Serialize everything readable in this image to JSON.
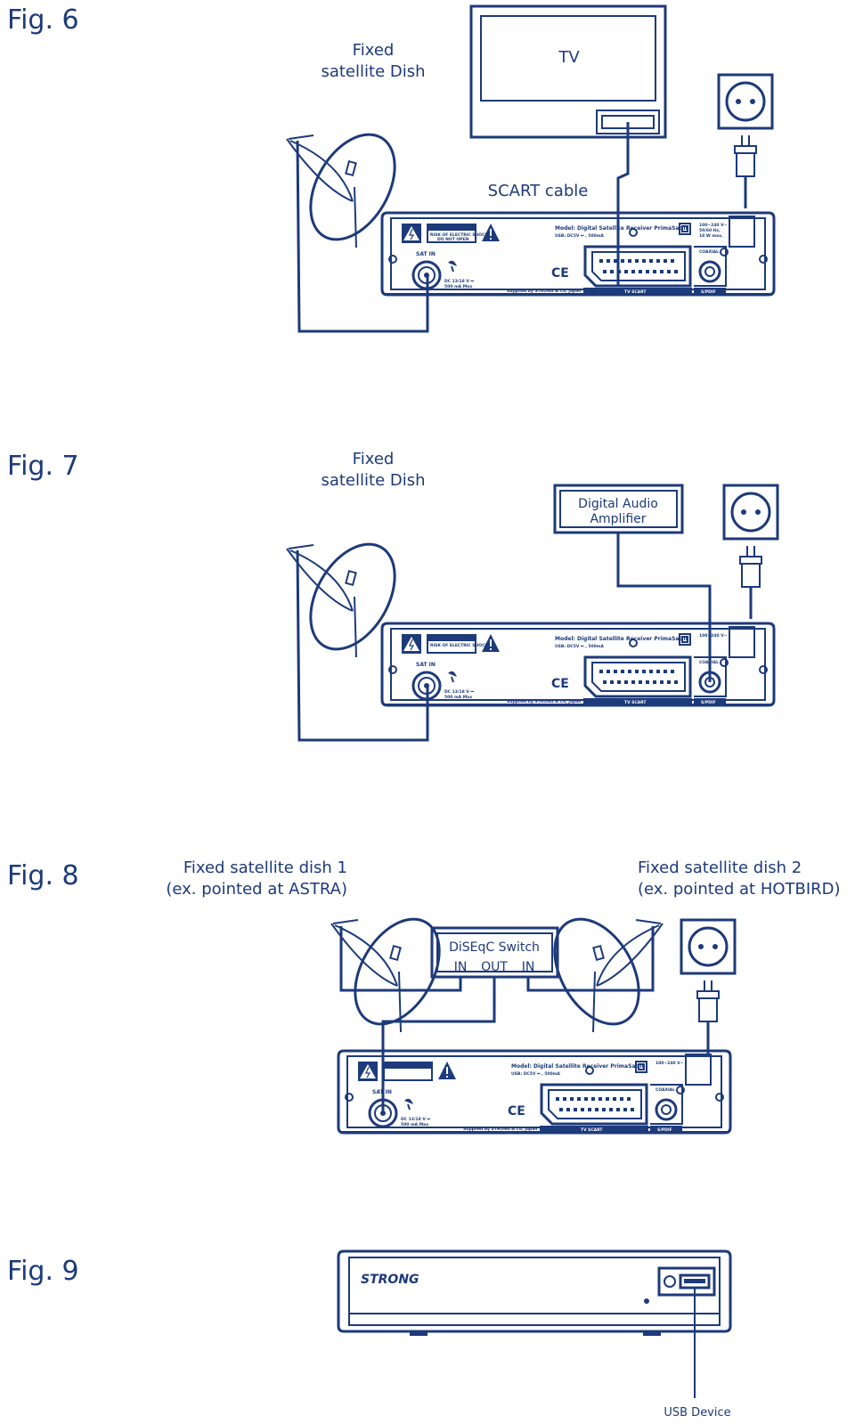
{
  "colors": {
    "ink": "#1d3a7a",
    "background": "#ffffff"
  },
  "fig6": {
    "title": "Fig. 6",
    "dish_label_1": "Fixed",
    "dish_label_2": "satellite Dish",
    "tv_label": "TV",
    "cable_label": "SCART cable"
  },
  "fig7": {
    "title": "Fig. 7",
    "dish_label_1": "Fixed",
    "dish_label_2": "satellite Dish",
    "amp_label_1": "Digital Audio",
    "amp_label_2": "Amplifier"
  },
  "fig8": {
    "title": "Fig. 8",
    "dish1_label_1": "Fixed satellite dish 1",
    "dish1_label_2": "(ex. pointed at ASTRA)",
    "dish2_label_1": "Fixed satellite dish 2",
    "dish2_label_2": "(ex. pointed at HOTBIRD)",
    "switch_label": "DiSEqC Switch",
    "port_in_left": "IN",
    "port_out": "OUT",
    "port_in_right": "IN"
  },
  "fig9": {
    "title": "Fig. 9",
    "brand": "STRONG",
    "usb_label": "USB Device"
  },
  "receiver": {
    "caution": "CAUTION",
    "caution_sub1": "RISK OF ELECTRIC SHOCK",
    "caution_sub2": "DO NOT OPEN",
    "model": "Model: Digital Satellite Receiver PrimaSat II",
    "usb_spec": "USB: DC5V ⎓ , 500mA",
    "power_1": "100~240 V~",
    "power_2": "50/60 Hz,",
    "power_3": "18 W max.",
    "sat_in": "SAT IN",
    "dc": "DC 13/18 V ⎓",
    "dc_ma": "500 mA Max",
    "ce": "CE",
    "coaxial": "COAXIAL",
    "tv_scart": "TV SCART",
    "spdif": "S/PDIF",
    "supplied": "Supplied by STRONG & Co, Japan"
  }
}
